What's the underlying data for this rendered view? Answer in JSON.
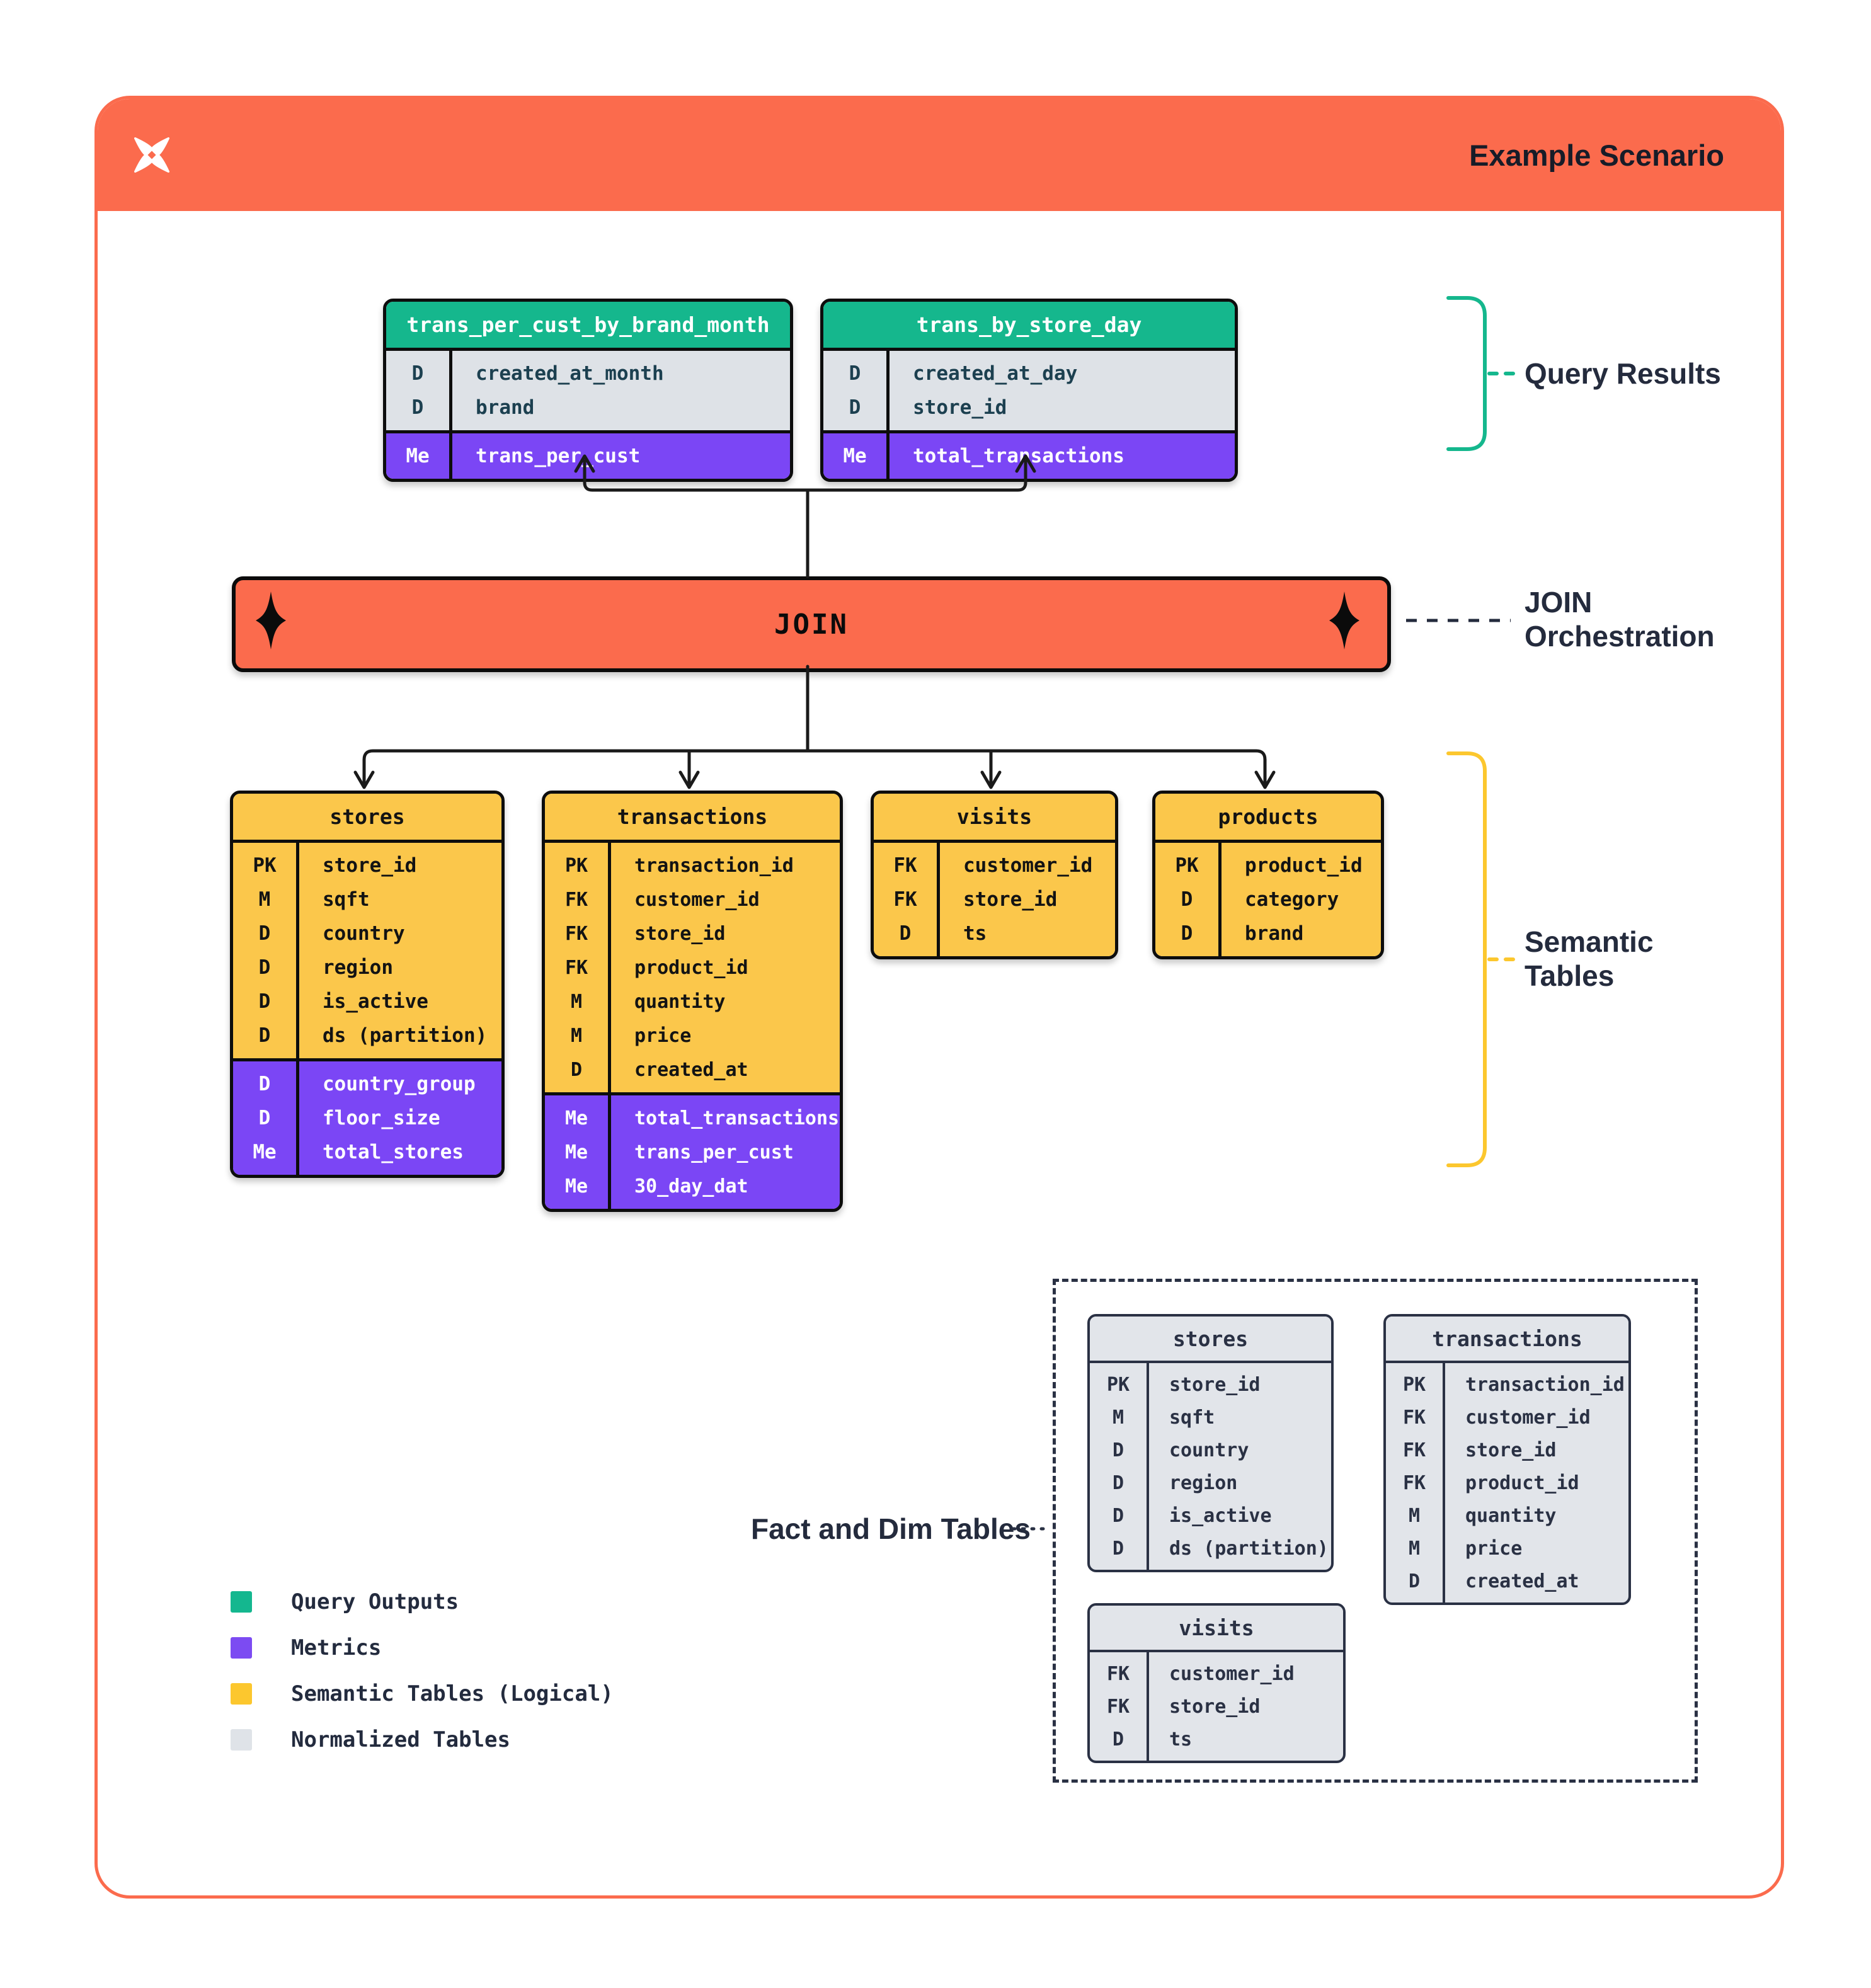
{
  "header": {
    "title": "Example Scenario",
    "logo_icon": "pinwheel-star-icon"
  },
  "colors": {
    "orange": "#FB6B4D",
    "green": "#15B78D",
    "purple": "#7B46F5",
    "yellow": "#FBC74B",
    "legend_yellow": "#FCC72E",
    "normalized_gray": "#E2E5EA",
    "navy_text": "#242B3D",
    "black_line": "#0D0D0D"
  },
  "join": {
    "label": "JOIN",
    "diamond_icon": "sparkle-diamond-icon"
  },
  "annotations": {
    "query_results": "Query Results",
    "join_orchestration": "JOIN Orchestration",
    "semantic_tables": "Semantic Tables",
    "fact_dim": "Fact and Dim Tables"
  },
  "query_results": {
    "tables": [
      {
        "name": "trans_per_cust_by_brand_month",
        "dim_rows": [
          {
            "k": "D",
            "v": "created_at_month"
          },
          {
            "k": "D",
            "v": "brand"
          }
        ],
        "metric_rows": [
          {
            "k": "Me",
            "v": "trans_per_cust"
          }
        ]
      },
      {
        "name": "trans_by_store_day",
        "dim_rows": [
          {
            "k": "D",
            "v": "created_at_day"
          },
          {
            "k": "D",
            "v": "store_id"
          }
        ],
        "metric_rows": [
          {
            "k": "Me",
            "v": "total_transactions"
          }
        ]
      }
    ]
  },
  "semantic_tables": {
    "tables": [
      {
        "name": "stores",
        "rows": [
          {
            "k": "PK",
            "v": "store_id"
          },
          {
            "k": "M",
            "v": "sqft"
          },
          {
            "k": "D",
            "v": "country"
          },
          {
            "k": "D",
            "v": "region"
          },
          {
            "k": "D",
            "v": "is_active"
          },
          {
            "k": "D",
            "v": "ds (partition)"
          }
        ],
        "metric_rows": [
          {
            "k": "D",
            "v": "country_group"
          },
          {
            "k": "D",
            "v": "floor_size"
          },
          {
            "k": "Me",
            "v": "total_stores"
          }
        ]
      },
      {
        "name": "transactions",
        "rows": [
          {
            "k": "PK",
            "v": "transaction_id"
          },
          {
            "k": "FK",
            "v": "customer_id"
          },
          {
            "k": "FK",
            "v": "store_id"
          },
          {
            "k": "FK",
            "v": "product_id"
          },
          {
            "k": "M",
            "v": "quantity"
          },
          {
            "k": "M",
            "v": "price"
          },
          {
            "k": "D",
            "v": "created_at"
          }
        ],
        "metric_rows": [
          {
            "k": "Me",
            "v": "total_transactions"
          },
          {
            "k": "Me",
            "v": "trans_per_cust"
          },
          {
            "k": "Me",
            "v": "30_day_dat"
          }
        ]
      },
      {
        "name": "visits",
        "rows": [
          {
            "k": "FK",
            "v": "customer_id"
          },
          {
            "k": "FK",
            "v": "store_id"
          },
          {
            "k": "D",
            "v": "ts"
          }
        ],
        "metric_rows": []
      },
      {
        "name": "products",
        "rows": [
          {
            "k": "PK",
            "v": "product_id"
          },
          {
            "k": "D",
            "v": "category"
          },
          {
            "k": "D",
            "v": "brand"
          }
        ],
        "metric_rows": []
      }
    ]
  },
  "normalized_tables": {
    "tables": [
      {
        "name": "stores",
        "rows": [
          {
            "k": "PK",
            "v": "store_id"
          },
          {
            "k": "M",
            "v": "sqft"
          },
          {
            "k": "D",
            "v": "country"
          },
          {
            "k": "D",
            "v": "region"
          },
          {
            "k": "D",
            "v": "is_active"
          },
          {
            "k": "D",
            "v": "ds (partition)"
          }
        ]
      },
      {
        "name": "transactions",
        "rows": [
          {
            "k": "PK",
            "v": "transaction_id"
          },
          {
            "k": "FK",
            "v": "customer_id"
          },
          {
            "k": "FK",
            "v": "store_id"
          },
          {
            "k": "FK",
            "v": "product_id"
          },
          {
            "k": "M",
            "v": "quantity"
          },
          {
            "k": "M",
            "v": "price"
          },
          {
            "k": "D",
            "v": "created_at"
          }
        ]
      },
      {
        "name": "visits",
        "rows": [
          {
            "k": "FK",
            "v": "customer_id"
          },
          {
            "k": "FK",
            "v": "store_id"
          },
          {
            "k": "D",
            "v": "ts"
          }
        ]
      }
    ]
  },
  "legend": {
    "items": [
      {
        "label": "Query Outputs",
        "color": "#14B78F"
      },
      {
        "label": "Metrics",
        "color": "#7C4BF2"
      },
      {
        "label": "Semantic Tables (Logical)",
        "color": "#FCC72E"
      },
      {
        "label": "Normalized Tables",
        "color": "#DFE3E8"
      }
    ]
  }
}
